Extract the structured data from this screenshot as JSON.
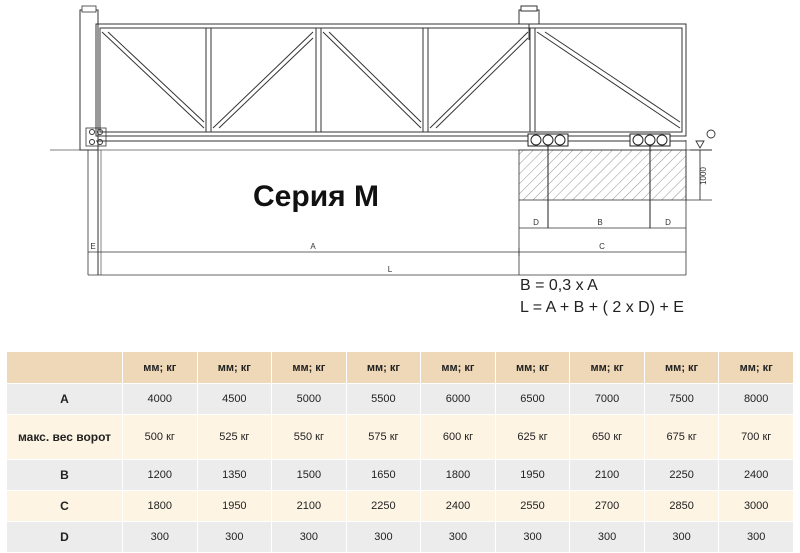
{
  "drawing": {
    "title": "Серия М",
    "dimension_labels": {
      "A": "A",
      "B": "B",
      "C": "C",
      "D": "D",
      "E": "E",
      "L": "L",
      "height": "1000"
    },
    "formulas": [
      "B = 0,3 x A",
      "L = A + B + ( 2 x D) + E"
    ]
  },
  "table": {
    "header": [
      "",
      "мм; кг",
      "мм; кг",
      "мм; кг",
      "мм; кг",
      "мм; кг",
      "мм; кг",
      "мм; кг",
      "мм; кг",
      "мм; кг"
    ],
    "rows": [
      {
        "label": "A",
        "values": [
          "4000",
          "4500",
          "5000",
          "5500",
          "6000",
          "6500",
          "7000",
          "7500",
          "8000"
        ]
      },
      {
        "label": "макс. вес ворот",
        "values": [
          "500 кг",
          "525 кг",
          "550 кг",
          "575 кг",
          "600 кг",
          "625 кг",
          "650 кг",
          "675 кг",
          "700 кг"
        ]
      },
      {
        "label": "B",
        "values": [
          "1200",
          "1350",
          "1500",
          "1650",
          "1800",
          "1950",
          "2100",
          "2250",
          "2400"
        ]
      },
      {
        "label": "C",
        "values": [
          "1800",
          "1950",
          "2100",
          "2250",
          "2400",
          "2550",
          "2700",
          "2850",
          "3000"
        ]
      },
      {
        "label": "D",
        "values": [
          "300",
          "300",
          "300",
          "300",
          "300",
          "300",
          "300",
          "300",
          "300"
        ]
      }
    ]
  }
}
